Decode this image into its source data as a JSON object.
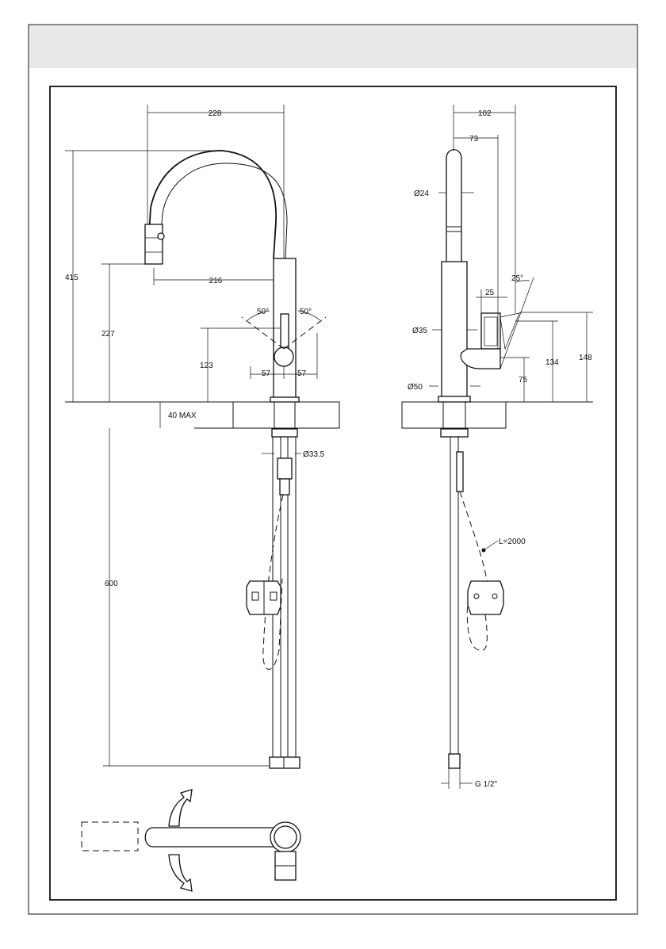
{
  "dimensions": {
    "front": {
      "spout_reach": "228",
      "total_height": "415",
      "spout_height": "227",
      "spout_offset": "216",
      "lever_height": "123",
      "angle_left": "50°",
      "angle_right": "50°",
      "lever_left": "57",
      "lever_right": "57",
      "worktop_max": "40 MAX",
      "hole_diameter": "Ø33.5",
      "hose_length": "600"
    },
    "side": {
      "overall_depth": "102",
      "head_offset": "73",
      "spray_diameter": "Ø24",
      "angle": "25°",
      "lever_width": "25",
      "body_diameter": "Ø35",
      "base_diameter": "Ø50",
      "lever_low": "75",
      "lever_mid": "134",
      "lever_high": "148",
      "pull_out_hose": "L=2000",
      "connection": "G 1/2\""
    }
  },
  "colors": {
    "header_band": "#e9e9e9",
    "line": "#111111"
  }
}
